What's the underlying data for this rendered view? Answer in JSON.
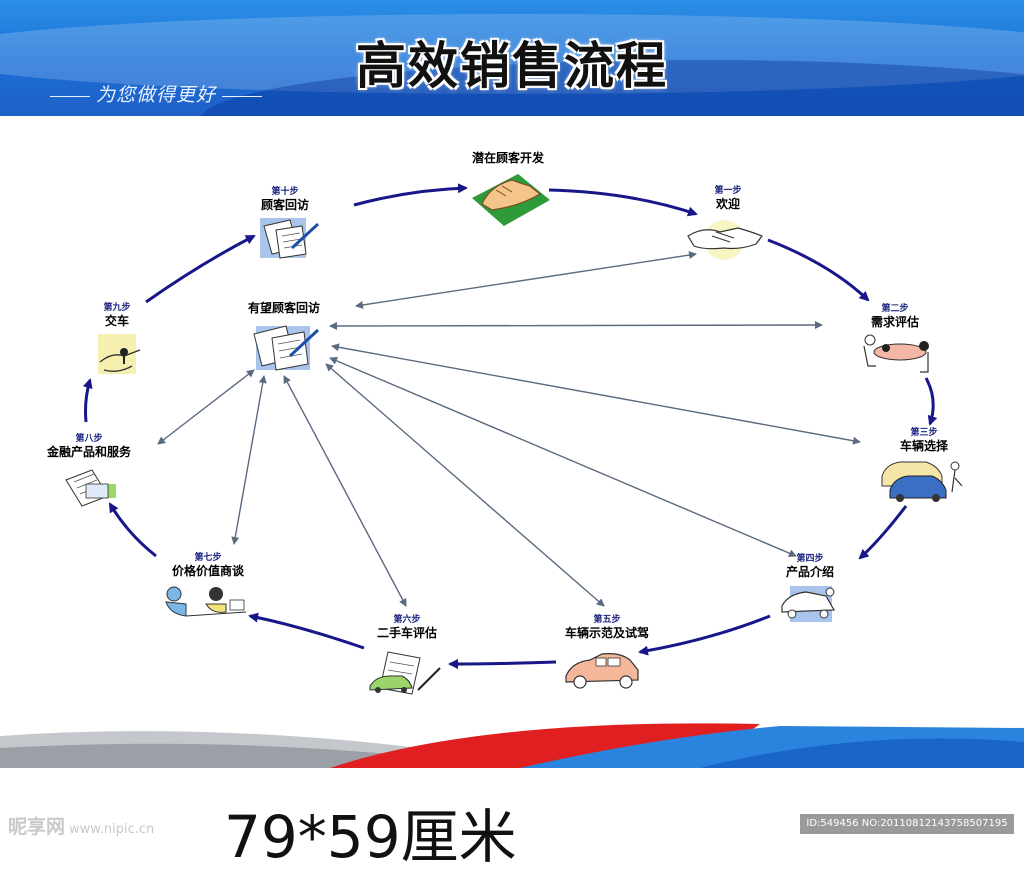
{
  "header": {
    "title": "高效销售流程",
    "slogan": "为您做得更好"
  },
  "center": {
    "label": "有望顾客回访"
  },
  "top": {
    "label": "潜在顾客开发"
  },
  "steps": [
    {
      "num": "第一步",
      "label": "欢迎"
    },
    {
      "num": "第二步",
      "label": "需求评估"
    },
    {
      "num": "第三步",
      "label": "车辆选择"
    },
    {
      "num": "第四步",
      "label": "产品介绍"
    },
    {
      "num": "第五步",
      "label": "车辆示范及试驾"
    },
    {
      "num": "第六步",
      "label": "二手车评估"
    },
    {
      "num": "第七步",
      "label": "价格价值商谈"
    },
    {
      "num": "第八步",
      "label": "金融产品和服务"
    },
    {
      "num": "第九步",
      "label": "交车"
    },
    {
      "num": "第十步",
      "label": "顾客回访"
    }
  ],
  "icons": {
    "top": "shoe-icon",
    "s1": "handshake-icon",
    "s2": "meeting-icon",
    "s3": "cars-icon",
    "s4": "car-presentation-icon",
    "s5": "car-icon",
    "s6": "car-document-icon",
    "s7": "negotiation-icon",
    "s8": "finance-document-icon",
    "s9": "key-handover-icon",
    "s10": "document-pen-icon",
    "center": "document-pen-icon"
  },
  "colors": {
    "cycle_arrow": "#17178a",
    "link_arrow": "#5a6a80",
    "step_number": "#1a237e"
  },
  "footer": {
    "size_text": "79*59厘米",
    "watermark_left": "昵享网",
    "watermark_left_url": "www.nipic.cn",
    "watermark_right": "ID:549456 NO:20110812143758507195"
  }
}
